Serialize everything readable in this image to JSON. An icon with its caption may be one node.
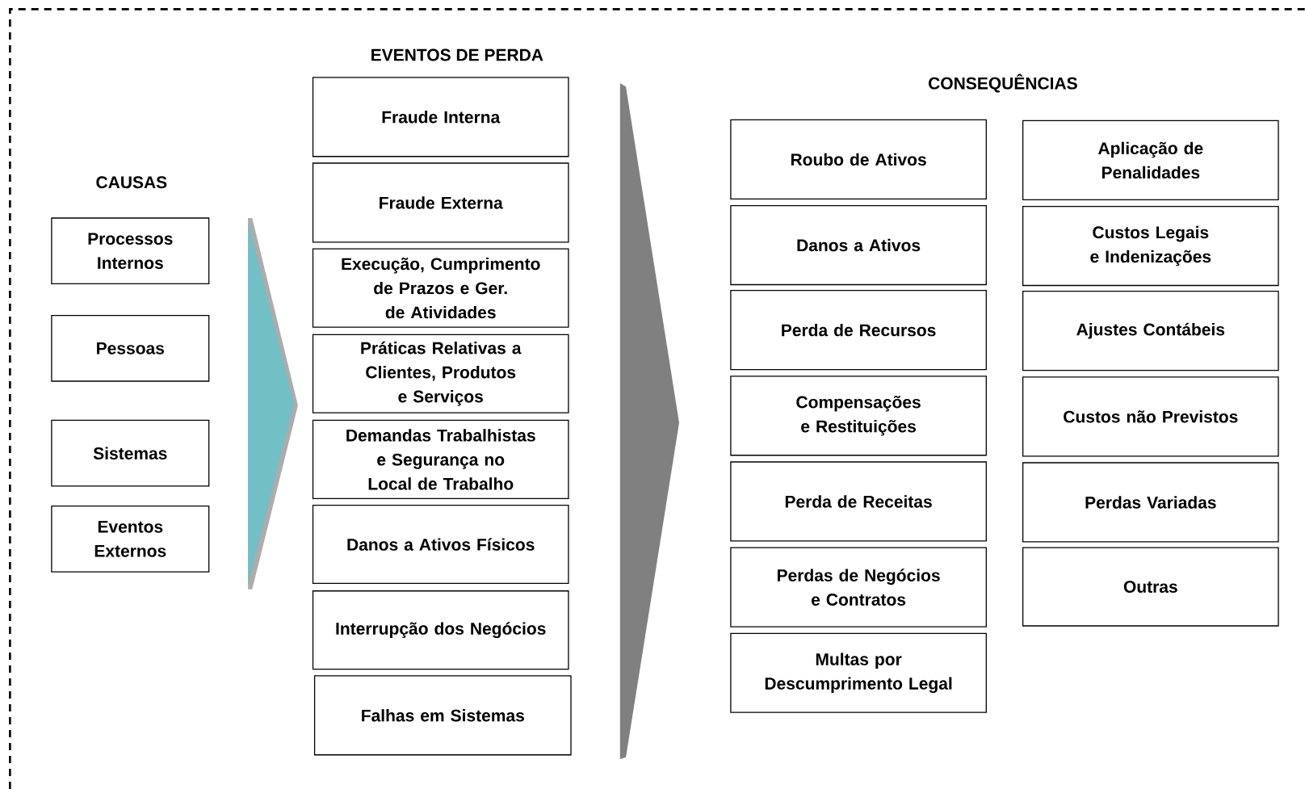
{
  "diagram": {
    "nodes": [
      {
        "text": [
          "Processos Internos"
        ]
      },
      {
        "text": [
          "Pessoas"
        ]
      },
      {
        "text": [
          "Sistemas"
        ]
      },
      {
        "text": [
          "Eventos Externos"
        ]
      },
      {
        "text": [],
        "shape": "chevron"
      },
      {
        "text": [
          "Fraude Interna"
        ]
      },
      {
        "text": [
          "Fraude Externa"
        ]
      },
      {
        "text": [
          "Execução, Cumprimento de Prazos e Ger. de Atividades"
        ]
      },
      {
        "text": [
          "Práticas Relativas a Clientes, Produtos e Serviços"
        ]
      },
      {
        "text": [
          "Demandas Trabalhistas e Segurança no Local de Trabalho"
        ]
      },
      {
        "text": [
          "Danos a Ativos Físicos"
        ]
      },
      {
        "text": [
          "Interrupção dos Negócios"
        ]
      },
      {
        "text": [
          "Falhas em Sistemas"
        ]
      },
      {
        "text": [],
        "shape": "chevron"
      },
      {
        "text": [
          "Roubo de Ativos"
        ]
      },
      {
        "text": [
          "Danos a Ativos"
        ]
      },
      {
        "text": [
          "Perda de Recursos"
        ]
      },
      {
        "text": [
          "Compensações e Restituições"
        ]
      },
      {
        "text": [
          "Perda de Receitas"
        ]
      },
      {
        "text": [
          "Perdas de Negócios e Contratos"
        ]
      },
      {
        "text": [
          "Multas por Descumprimento Legal"
        ]
      },
      {
        "text": [
          "Aplicação de Penalidades"
        ]
      },
      {
        "text": [
          "Custos Legais e Indenizações"
        ]
      },
      {
        "text": [
          "Ajustes Contábeis"
        ]
      },
      {
        "text": [
          "Custos não Previstos"
        ]
      },
      {
        "text": [
          "Perdas Variadas"
        ]
      },
      {
        "text": [
          "Outras"
        ]
      }
    ],
    "labels": [
      "EVENTOS DE PERDA",
      "CONSEQUÊNCIAS",
      "CAUSAS"
    ]
  }
}
